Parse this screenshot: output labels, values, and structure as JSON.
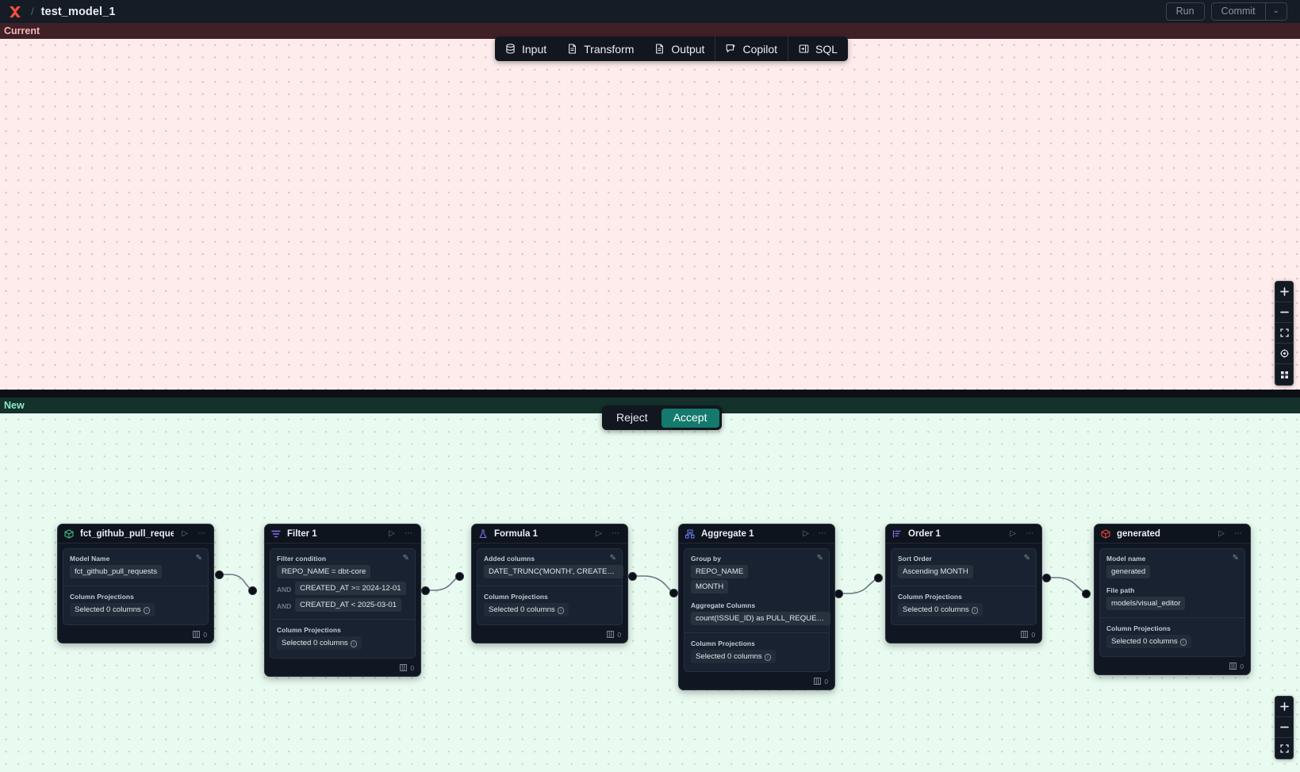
{
  "topbar": {
    "logo_name": "logo-icon",
    "separator": "/",
    "title": "test_model_1",
    "run_label": "Run",
    "commit_label": "Commit",
    "commit_caret": "⌄"
  },
  "toolbar": {
    "items": [
      {
        "label": "Input",
        "icon": "database-icon"
      },
      {
        "label": "Transform",
        "icon": "file-icon"
      },
      {
        "label": "Output",
        "icon": "file-icon"
      },
      {
        "label": "Copilot",
        "icon": "copilot-sparkle-icon"
      },
      {
        "label": "SQL",
        "icon": "sql-panel-icon"
      }
    ]
  },
  "panes": {
    "current_label": "Current",
    "new_label": "New",
    "current_bg": "#fdeceb",
    "new_bg": "#e9fbf0",
    "current_header_bg": "#402027",
    "new_header_bg": "#14312c"
  },
  "diff_actions": {
    "reject_label": "Reject",
    "accept_label": "Accept",
    "accept_color": "#137a6d"
  },
  "zoom_controls_top": [
    {
      "name": "zoom-in-icon",
      "glyph": "+"
    },
    {
      "name": "zoom-out-icon",
      "glyph": "−"
    },
    {
      "name": "fit-view-icon",
      "glyph": "⛶"
    },
    {
      "name": "center-icon",
      "glyph": "◉"
    },
    {
      "name": "grid-icon",
      "glyph": "▦"
    }
  ],
  "zoom_controls_bottom": [
    {
      "name": "zoom-in-icon",
      "glyph": "+"
    },
    {
      "name": "zoom-out-icon",
      "glyph": "−"
    },
    {
      "name": "fit-view-icon",
      "glyph": "⛶"
    }
  ],
  "nodes": [
    {
      "id": "source",
      "icon": "cube-green-icon",
      "icon_color": "#3fb98a",
      "title": "fct_github_pull_requests",
      "run_glyph": "▷",
      "more_glyph": "⋯",
      "fields": [
        {
          "label": "Model Name",
          "chips": [
            "fct_github_pull_requests"
          ]
        },
        {
          "label": "Column Projections",
          "chips": [
            "Selected 0 columns"
          ],
          "info": true
        }
      ],
      "footer_count": "0"
    },
    {
      "id": "filter",
      "icon": "filter-icon",
      "icon_color": "#8b6cf0",
      "title": "Filter 1",
      "run_glyph": "▷",
      "more_glyph": "⋯",
      "fields": [
        {
          "label": "Filter condition",
          "conditions": [
            {
              "op": "",
              "text": "REPO_NAME = dbt-core"
            },
            {
              "op": "AND",
              "text": "CREATED_AT >= 2024-12-01"
            },
            {
              "op": "AND",
              "text": "CREATED_AT < 2025-03-01"
            }
          ]
        },
        {
          "label": "Column Projections",
          "chips": [
            "Selected 0 columns"
          ],
          "info": true
        }
      ],
      "footer_count": "0"
    },
    {
      "id": "formula",
      "icon": "flask-icon",
      "icon_color": "#7a6ef0",
      "title": "Formula 1",
      "run_glyph": "▷",
      "more_glyph": "⋯",
      "fields": [
        {
          "label": "Added columns",
          "chips": [
            "DATE_TRUNC('MONTH', CREATED_AT..."
          ]
        },
        {
          "label": "Column Projections",
          "chips": [
            "Selected 0 columns"
          ],
          "info": true
        }
      ],
      "footer_count": "0"
    },
    {
      "id": "aggregate",
      "icon": "aggregate-icon",
      "icon_color": "#6a7df5",
      "title": "Aggregate 1",
      "run_glyph": "▷",
      "more_glyph": "⋯",
      "fields": [
        {
          "label": "Group by",
          "chips": [
            "REPO_NAME",
            "MONTH"
          ],
          "stacked": true
        },
        {
          "label": "Aggregate Columns",
          "chips": [
            "count(ISSUE_ID) as PULL_REQUEST_..."
          ]
        },
        {
          "label": "Column Projections",
          "chips": [
            "Selected 0 columns"
          ],
          "info": true
        }
      ],
      "footer_count": "0"
    },
    {
      "id": "order",
      "icon": "sort-icon",
      "icon_color": "#8b6cf0",
      "title": "Order 1",
      "run_glyph": "▷",
      "more_glyph": "⋯",
      "fields": [
        {
          "label": "Sort Order",
          "chips": [
            "Ascending MONTH"
          ]
        },
        {
          "label": "Column Projections",
          "chips": [
            "Selected 0 columns"
          ],
          "info": true
        }
      ],
      "footer_count": "0"
    },
    {
      "id": "generated",
      "icon": "cube-red-icon",
      "icon_color": "#e4443c",
      "title": "generated",
      "run_glyph": "▷",
      "more_glyph": "⋯",
      "fields": [
        {
          "label": "Model name",
          "chips": [
            "generated"
          ]
        },
        {
          "label": "File path",
          "chips": [
            "models/visual_editor"
          ]
        },
        {
          "label": "Column Projections",
          "chips": [
            "Selected 0 columns"
          ],
          "info": true
        }
      ],
      "footer_count": "0"
    }
  ]
}
